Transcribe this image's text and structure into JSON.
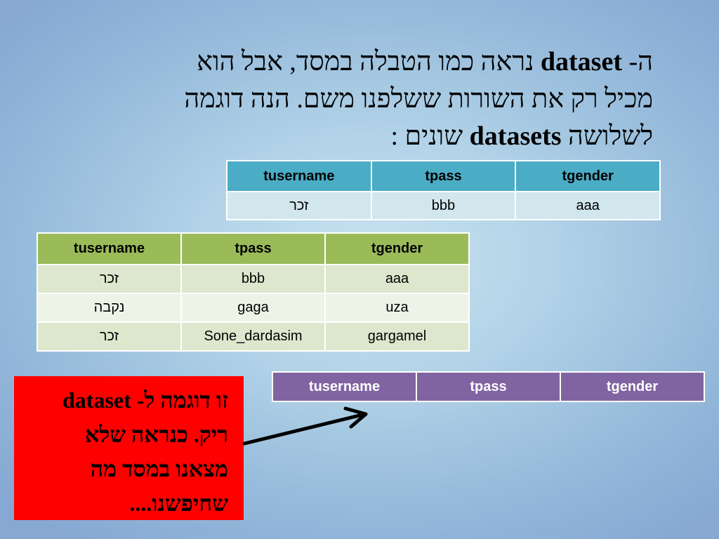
{
  "title": {
    "line1_pre": "ה- ",
    "line1_bold": "dataset",
    "line1_post": " נראה כמו הטבלה במסד, אבל הוא",
    "line2": "מכיל רק את השורות ששלפנו משם. הנה דוגמה",
    "line3_pre": "לשלושה ",
    "line3_bold": "datasets",
    "line3_post": " שונים :"
  },
  "tables": {
    "columns": [
      "tusername",
      "tpass",
      "tgender"
    ],
    "one_row": {
      "color": "#4bacc6",
      "rows": [
        [
          "זכר",
          "bbb",
          "aaa"
        ]
      ]
    },
    "three_rows": {
      "color": "#9bbb59",
      "rows": [
        [
          "זכר",
          "bbb",
          "aaa"
        ],
        [
          "נקבה",
          "gaga",
          "uza"
        ],
        [
          "זכר",
          "Sone_dardasim",
          "gargamel"
        ]
      ]
    },
    "empty": {
      "color": "#8064a2",
      "rows": []
    }
  },
  "callout": {
    "line1": "זו דוגמה ל- dataset",
    "line2": "ריק. כנראה שלא",
    "line3": "מצאנו במסד מה",
    "line4": "שחיפשנו....",
    "background": "#ff0000"
  }
}
